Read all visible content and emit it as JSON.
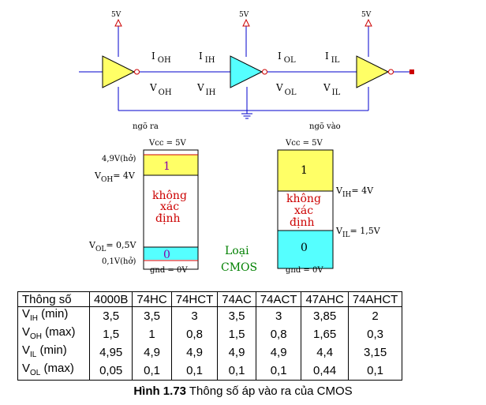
{
  "diagram": {
    "vcc_label": "5V",
    "current_labels": {
      "ioh": "I",
      "ioh_sub": "OH",
      "iih": "I",
      "iih_sub": "IH",
      "iol": "I",
      "iol_sub": "OL",
      "iil": "I",
      "iil_sub": "IL"
    },
    "voltage_labels": {
      "voh": "V",
      "voh_sub": "OH",
      "vih": "V",
      "vih_sub": "IH",
      "vol": "V",
      "vol_sub": "OL",
      "vil": "V",
      "vil_sub": "IL"
    },
    "output_side_label": "ngõ ra",
    "input_side_label": "ngõ vào",
    "colors": {
      "output_gate": "#ffff66",
      "input_gate": "#55ffff",
      "wire": "#0000cc",
      "vcc": "#cc0000",
      "logic_text": "#cc0000",
      "cmos_text": "#008000",
      "one_zone": "#ffff66",
      "zero_zone": "#55ffff"
    }
  },
  "output_levels": {
    "vcc": "Vcc = 5V",
    "voh_max": "4,9V(hở)",
    "voh": "V",
    "voh_sub": "OH",
    "voh_value": "= 4V",
    "one": "1",
    "undefined": [
      "không",
      "xác",
      "định"
    ],
    "vol": "V",
    "vol_sub": "OL",
    "vol_value": "= 0,5V",
    "zero": "0",
    "vol_min": "0,1V(hở)",
    "gnd": "gnd = 0V"
  },
  "input_levels": {
    "vcc": "Vcc = 5V",
    "one": "1",
    "vih": "V",
    "vih_sub": "IH",
    "vih_value": "= 4V",
    "undefined": [
      "không",
      "xác",
      "định"
    ],
    "vil": "V",
    "vil_sub": "IL",
    "vil_value": "= 1,5V",
    "zero": "0",
    "gnd": "gnd = 0V"
  },
  "family_label": [
    "Loại",
    "CMOS"
  ],
  "table": {
    "header": [
      "Thông số",
      "4000B",
      "74HC",
      "74HCT",
      "74AC",
      "74ACT",
      "47AHC",
      "74AHCT"
    ],
    "rows": [
      {
        "param": "V",
        "sub": "IH",
        "cond": " (min)",
        "values": [
          "3,5",
          "3,5",
          "3",
          "3,5",
          "3",
          "3,85",
          "2"
        ]
      },
      {
        "param": "V",
        "sub": "OH",
        "cond": " (max)",
        "values": [
          "1,5",
          "1",
          "0,8",
          "1,5",
          "0,8",
          "1,65",
          "0,3"
        ]
      },
      {
        "param": "V",
        "sub": "IL",
        "cond": " (min)",
        "values": [
          "4,95",
          "4,9",
          "4,9",
          "4,9",
          "4,9",
          "4,4",
          "3,15"
        ]
      },
      {
        "param": "V",
        "sub": "OL",
        "cond": " (max)",
        "values": [
          "0,05",
          "0,1",
          "0,1",
          "0,1",
          "0,1",
          "0,44",
          "0,1"
        ]
      }
    ]
  },
  "caption": {
    "bold": "Hình 1.73",
    "text": " Thông số áp vào ra của CMOS"
  }
}
